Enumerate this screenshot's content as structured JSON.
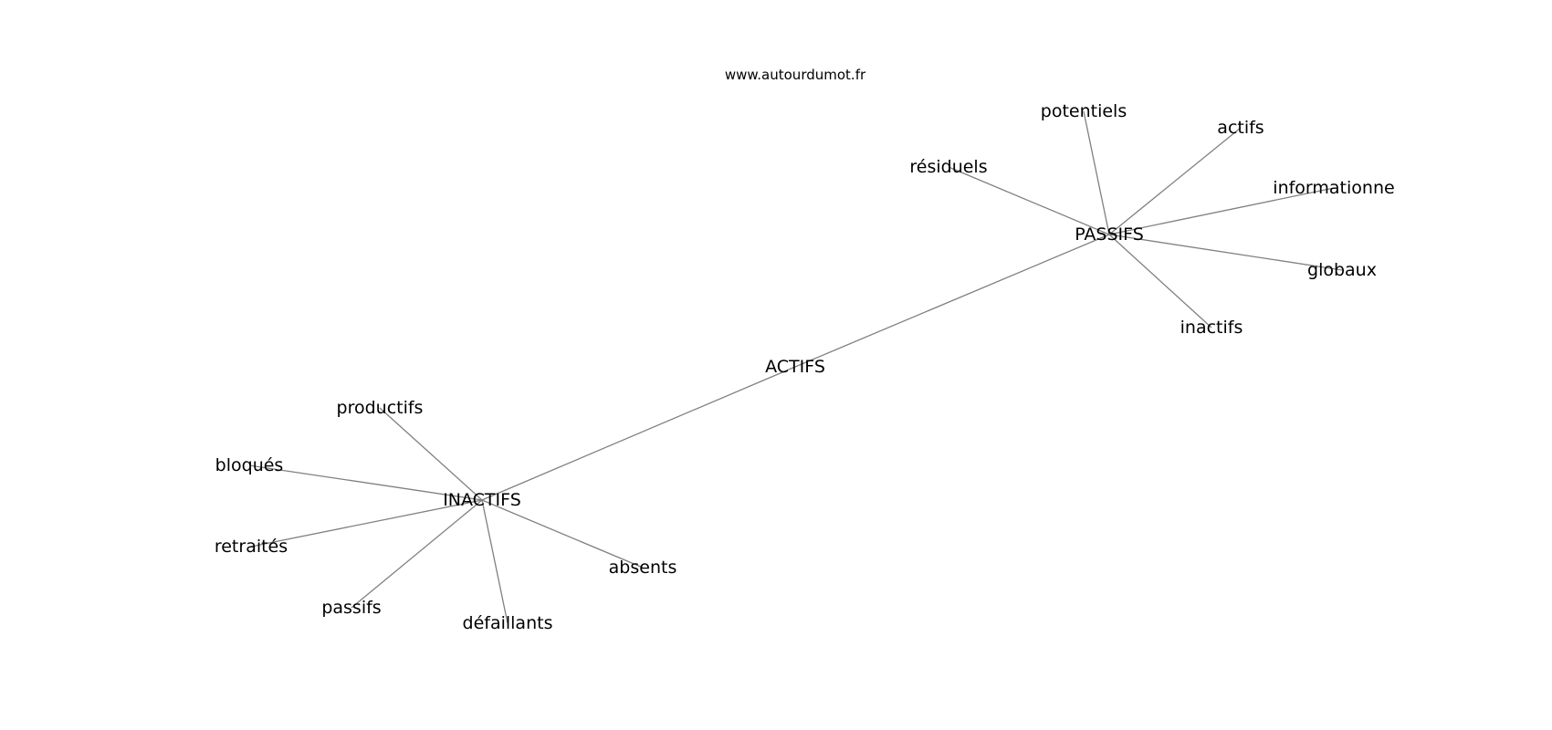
{
  "source": "www.autourdumot.fr",
  "graph": {
    "center": "ACTIFS",
    "nodes": [
      {
        "id": "ACTIFS",
        "label": "ACTIFS"
      },
      {
        "id": "PASSIFS",
        "label": "PASSIFS"
      },
      {
        "id": "INACTIFS",
        "label": "INACTIFS"
      },
      {
        "id": "potentiels",
        "label": "potentiels"
      },
      {
        "id": "actifs",
        "label": "actifs"
      },
      {
        "id": "residuels",
        "label": "résiduels"
      },
      {
        "id": "informationne",
        "label": "informationne"
      },
      {
        "id": "globaux",
        "label": "globaux"
      },
      {
        "id": "inactifs",
        "label": "inactifs"
      },
      {
        "id": "productifs",
        "label": "productifs"
      },
      {
        "id": "bloques",
        "label": "bloqués"
      },
      {
        "id": "retraites",
        "label": "retraités"
      },
      {
        "id": "passifs",
        "label": "passifs"
      },
      {
        "id": "defaillants",
        "label": "défaillants"
      },
      {
        "id": "absents",
        "label": "absents"
      }
    ],
    "edges": [
      [
        "ACTIFS",
        "PASSIFS"
      ],
      [
        "ACTIFS",
        "INACTIFS"
      ],
      [
        "PASSIFS",
        "potentiels"
      ],
      [
        "PASSIFS",
        "actifs"
      ],
      [
        "PASSIFS",
        "residuels"
      ],
      [
        "PASSIFS",
        "informationne"
      ],
      [
        "PASSIFS",
        "globaux"
      ],
      [
        "PASSIFS",
        "inactifs"
      ],
      [
        "INACTIFS",
        "productifs"
      ],
      [
        "INACTIFS",
        "bloques"
      ],
      [
        "INACTIFS",
        "retraites"
      ],
      [
        "INACTIFS",
        "passifs"
      ],
      [
        "INACTIFS",
        "defaillants"
      ],
      [
        "INACTIFS",
        "absents"
      ]
    ]
  }
}
